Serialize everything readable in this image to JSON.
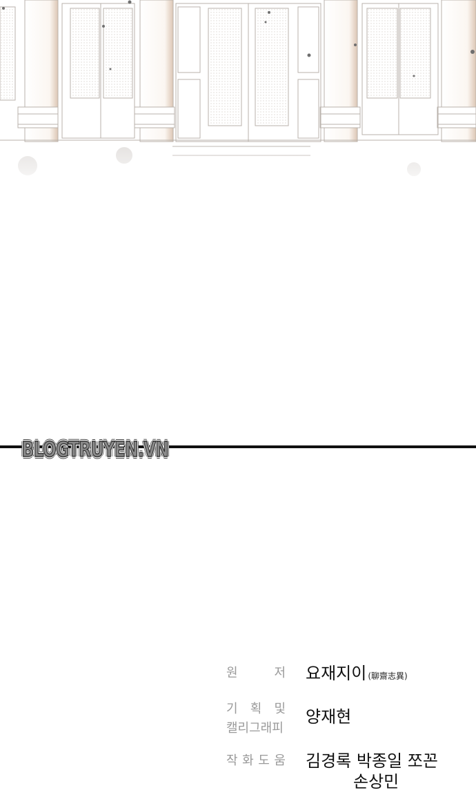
{
  "illustration": {
    "subject": "white classical building facade with columns and paneled doors",
    "palette": {
      "line": "#b9b2ab",
      "shadow": "#d9c8b8",
      "speck": "#6f6f6f"
    }
  },
  "watermark": {
    "text": "BLOGTRUYEN.VN"
  },
  "divider": {
    "color": "#111111"
  },
  "credits": {
    "original": {
      "role_chars": [
        "원",
        "저"
      ],
      "name": "요재지이",
      "hanja": "(聊齋志異)"
    },
    "planning": {
      "role_line1_chars": [
        "기",
        "획",
        "및"
      ],
      "role_line2": "캘리그래피",
      "name": "양재현"
    },
    "assist": {
      "role_chars": [
        "작",
        "화",
        "도",
        "움"
      ],
      "names_line1": "김경록 박종일 쪼꼰",
      "names_line2": "손상민"
    }
  }
}
